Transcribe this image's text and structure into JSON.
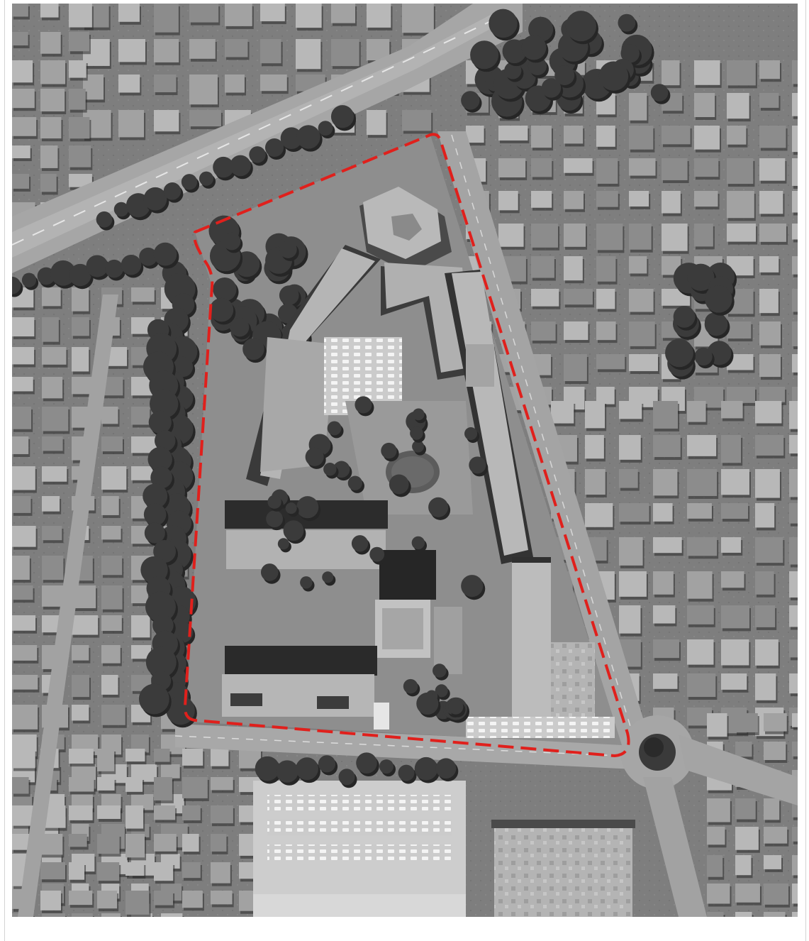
{
  "map": {
    "style": "grayscale-aerial",
    "colors": {
      "background": "#ffffff",
      "frame_border": "#d4d4d4",
      "ground": "#7e7e7e",
      "road": "#9c9c9c",
      "road_marking": "#e6e6e6",
      "roof_light": "#b8b8b8",
      "roof_mid": "#a2a2a2",
      "roof_dark": "#8c8c8c",
      "shadow": "#2a2a2a",
      "tree": "#3b3b3b",
      "tree_dark": "#262626",
      "lawn": "#8f8f8f",
      "paving": "#cfcfcf",
      "water": "#5e5e5e",
      "boundary": "#e0201c"
    },
    "overlay": {
      "kind": "site-boundary",
      "line_style": "dashed",
      "color": "#e0201c"
    }
  }
}
